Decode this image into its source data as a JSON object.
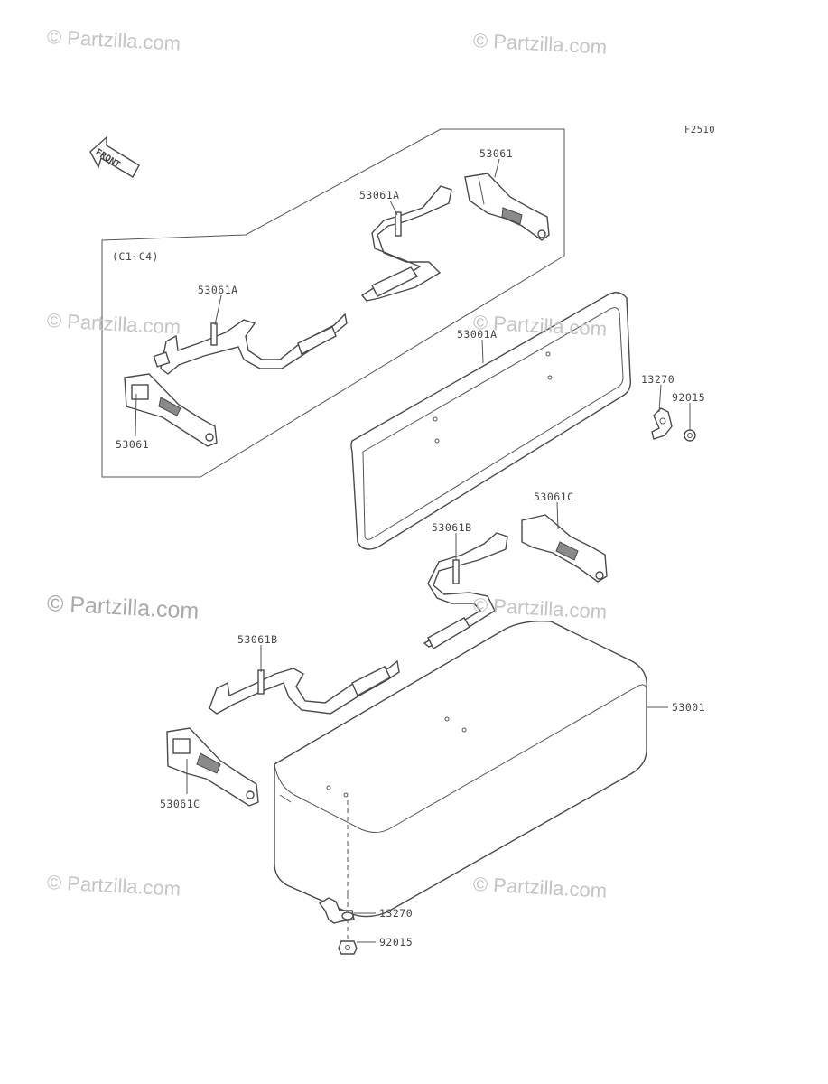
{
  "diagram_code": "F2510",
  "front_arrow_label": "FRONT",
  "group_label": "(C1~C4)",
  "watermark": "© Partzilla.com",
  "part_labels": {
    "p53061_top": "53061",
    "p53061a_top": "53061A",
    "p53061a_group": "53061A",
    "p53061_group": "53061",
    "p53001a": "53001A",
    "p13270_top": "13270",
    "p92015_top": "92015",
    "p53061c_right": "53061C",
    "p53061b_mid": "53061B",
    "p53061b_left": "53061B",
    "p53001": "53001",
    "p53061c_left": "53061C",
    "p13270_bottom": "13270",
    "p92015_bottom": "92015"
  }
}
